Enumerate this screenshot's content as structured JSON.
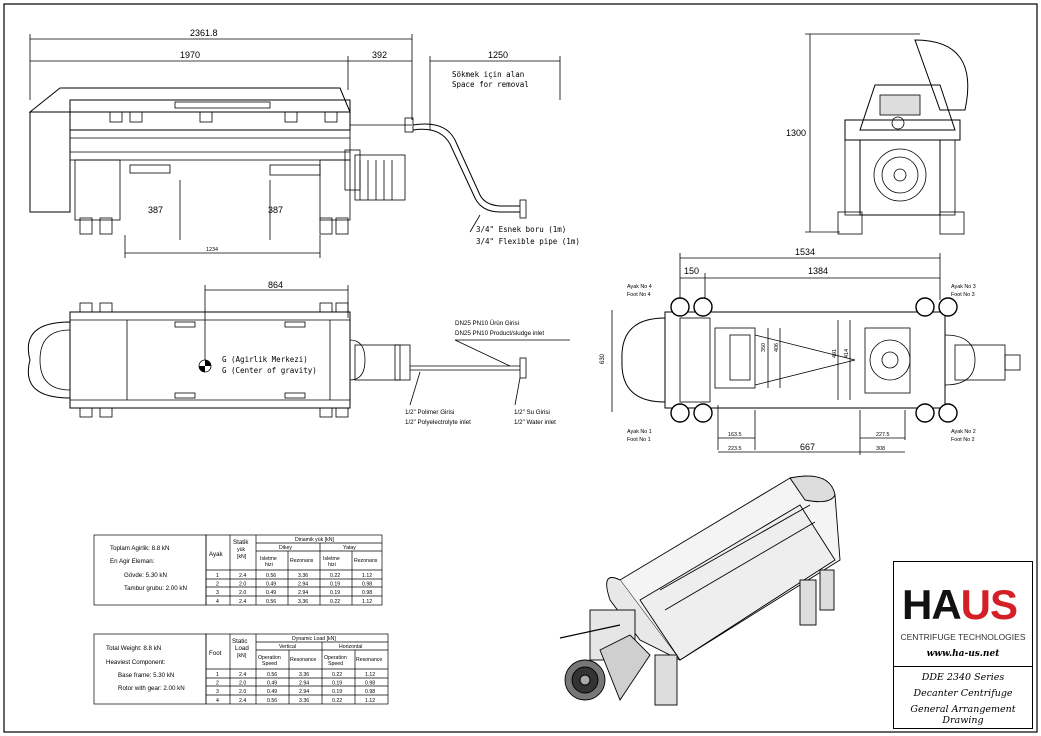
{
  "drawing": {
    "top_dims": {
      "overall": "2361.8",
      "body": "1970",
      "motor": "392",
      "removal": "1250",
      "height1": "387",
      "height2": "387",
      "feet": "1234"
    },
    "removal_note": {
      "tr": "Sökmek için alan",
      "en": "Space for removal"
    },
    "pipe_note": {
      "tr": "3/4\" Esnek boru (1m)",
      "en": "3/4\" Flexible pipe (1m)"
    },
    "side_height": "1300",
    "mid_dims": {
      "cog": "864"
    },
    "cog_note": {
      "tr": "G (Agirlik Merkezi)",
      "en": "G (Center of gravity)"
    },
    "product_inlet": {
      "tr": "DN25 PN10 Ürün Girisi",
      "en": "DN25 PN10 Product/sludge inlet"
    },
    "poly_inlet": {
      "tr": "1/2\" Polimer Girisi",
      "en": "1/2\" Polyelectrolyte inlet"
    },
    "water_inlet": {
      "tr": "1/2\" Su Girisi",
      "en": "1/2\" Water inlet"
    },
    "plan_dims": {
      "overall": "1534",
      "left": "150",
      "span": "1384",
      "width": "630",
      "d350": "350",
      "d406": "406",
      "d491": "491",
      "d414": "414",
      "d1635": "163.5",
      "d2235": "223.5",
      "d667": "667",
      "d2275": "227.5",
      "d308": "308"
    },
    "feet_labels": {
      "f4": {
        "tr": "Ayak No 4",
        "en": "Foot No 4"
      },
      "f3": {
        "tr": "Ayak No 3",
        "en": "Foot No 3"
      },
      "f1": {
        "tr": "Ayak No 1",
        "en": "Foot No 1"
      },
      "f2": {
        "tr": "Ayak No 2",
        "en": "Foot No 2"
      }
    }
  },
  "table_tr": {
    "total": "Toplam Agirlik: 8.8 kN",
    "heaviest": "En Agir Eleman:",
    "frame": "Gövde: 5.30 kN",
    "rotor": "Tambur grubu: 2.00 kN",
    "col_foot": "Ayak",
    "col_static": "Statik",
    "col_static2": "yük",
    "col_static3": "[kN]",
    "col_dyn": "Dinamik yük [kN]",
    "col_vert": "Dikey",
    "col_hor": "Yatay",
    "col_op": "Isletme",
    "col_op2": "hizi",
    "col_res": "Rezonans",
    "rows": [
      [
        "1",
        "2.4",
        "0.56",
        "3.36",
        "0.22",
        "1.12"
      ],
      [
        "2",
        "2.0",
        "0.49",
        "2.94",
        "0.19",
        "0.98"
      ],
      [
        "3",
        "2.0",
        "0.49",
        "2.94",
        "0.19",
        "0.98"
      ],
      [
        "4",
        "2.4",
        "0.56",
        "3.36",
        "0.22",
        "1.12"
      ]
    ]
  },
  "table_en": {
    "total": "Total Weight: 8.8 kN",
    "heaviest": "Heaviest Component:",
    "frame": "Base frame: 5.30 kN",
    "rotor": "Rotor with gear: 2.00 kN",
    "col_foot": "Foot",
    "col_static": "Static",
    "col_static2": "Load",
    "col_static3": "[kN]",
    "col_dyn": "Dynamic Load [kN]",
    "col_vert": "Vertical",
    "col_hor": "Horizontal",
    "col_op": "Operation",
    "col_op2": "Speed",
    "col_res": "Resonance",
    "rows": [
      [
        "1",
        "2.4",
        "0.56",
        "3.36",
        "0.22",
        "1.12"
      ],
      [
        "2",
        "2.0",
        "0.49",
        "2.94",
        "0.19",
        "0.98"
      ],
      [
        "3",
        "2.0",
        "0.49",
        "2.94",
        "0.19",
        "0.98"
      ],
      [
        "4",
        "2.4",
        "0.56",
        "3.36",
        "0.22",
        "1.12"
      ]
    ]
  },
  "titleblock": {
    "logo_a": "HA",
    "logo_b": "US",
    "subtitle": "CENTRIFUGE TECHNOLOGIES",
    "website": "www.ha-us.net",
    "model": "DDE 2340 Series",
    "product": "Decanter Centrifuge",
    "doc": "General Arrangement Drawing",
    "brand_red": "#d41f26"
  }
}
